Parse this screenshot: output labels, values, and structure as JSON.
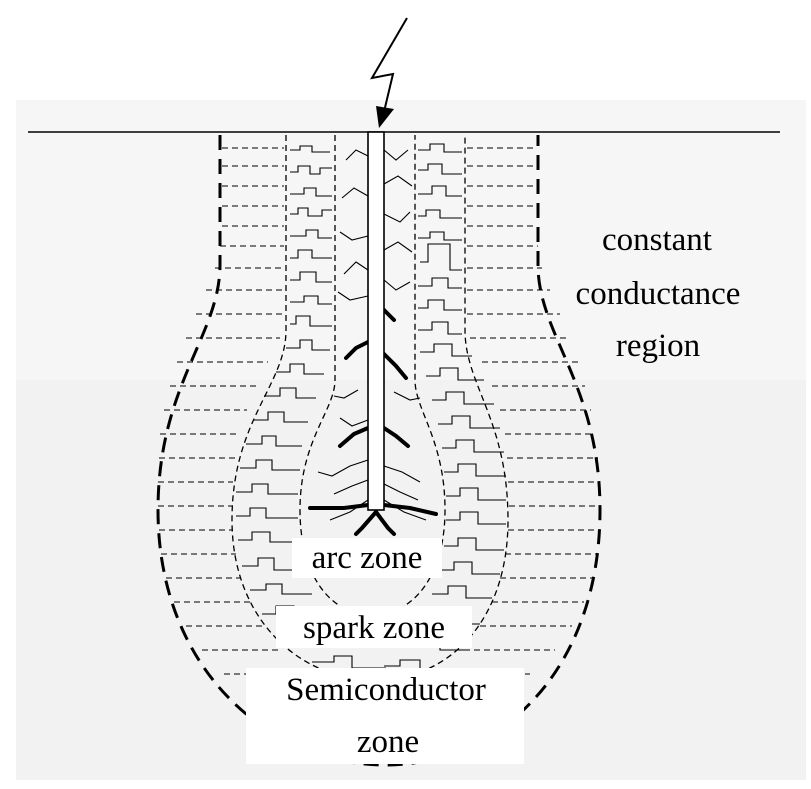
{
  "labels": {
    "constant_conductance": [
      "constant",
      "conductance",
      "region"
    ],
    "arc_zone": "arc zone",
    "spark_zone": "spark zone",
    "semiconductor_zone": [
      "Semiconductor",
      "zone"
    ]
  },
  "icons": {
    "lightning": "lightning-bolt-icon"
  },
  "colors": {
    "ink": "#000000",
    "paper": "#f6f6f6",
    "paper_shadow": "#ececec"
  }
}
